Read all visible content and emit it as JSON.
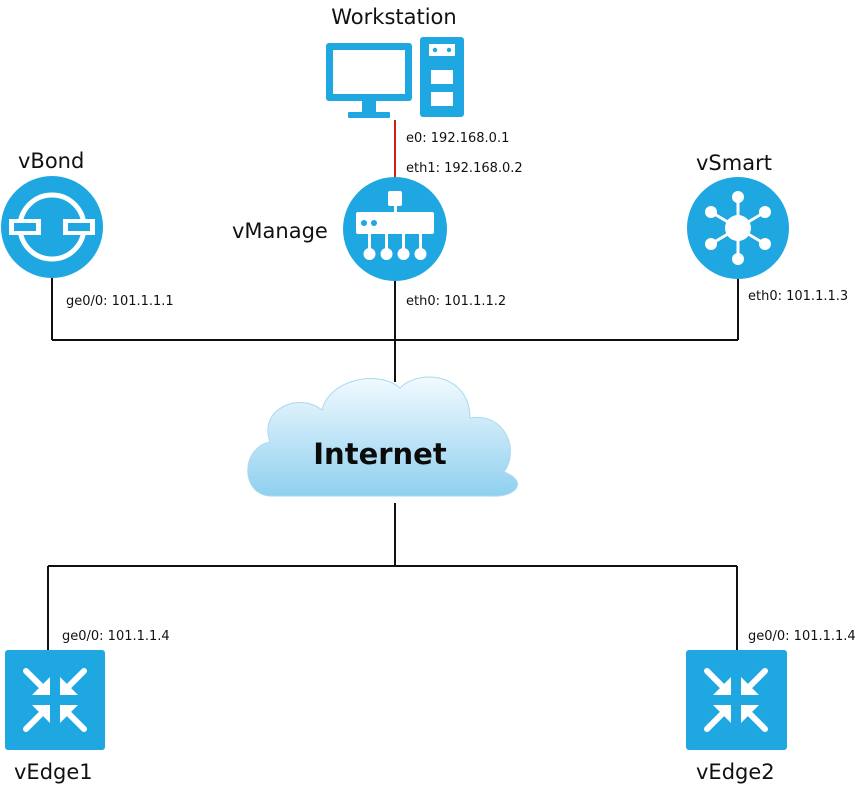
{
  "colors": {
    "device": "#1ea7e1",
    "link": "#111111",
    "mgmt_link": "#cc1f1f",
    "cloud_top": "#f2faff",
    "cloud_bottom": "#8fd0ef"
  },
  "nodes": {
    "workstation": {
      "label": "Workstation",
      "icon": "computer-icon"
    },
    "vbond": {
      "label": "vBond",
      "icon": "vbond-orchestrator-icon"
    },
    "vmanage": {
      "label": "vManage",
      "icon": "vmanage-icon"
    },
    "vsmart": {
      "label": "vSmart",
      "icon": "vsmart-controller-icon"
    },
    "internet": {
      "label": "Internet",
      "icon": "cloud-icon"
    },
    "vedge1": {
      "label": "vEdge1",
      "icon": "router-icon"
    },
    "vedge2": {
      "label": "vEdge2",
      "icon": "router-icon"
    }
  },
  "interfaces": {
    "workstation_e0": "e0: 192.168.0.1",
    "vmanage_eth1": "eth1: 192.168.0.2",
    "vbond_ge0": "ge0/0: 101.1.1.1",
    "vmanage_eth0": "eth0: 101.1.1.2",
    "vsmart_eth0": "eth0: 101.1.1.3",
    "vedge1_ge0": "ge0/0: 101.1.1.4",
    "vedge2_ge0": "ge0/0: 101.1.1.4"
  }
}
